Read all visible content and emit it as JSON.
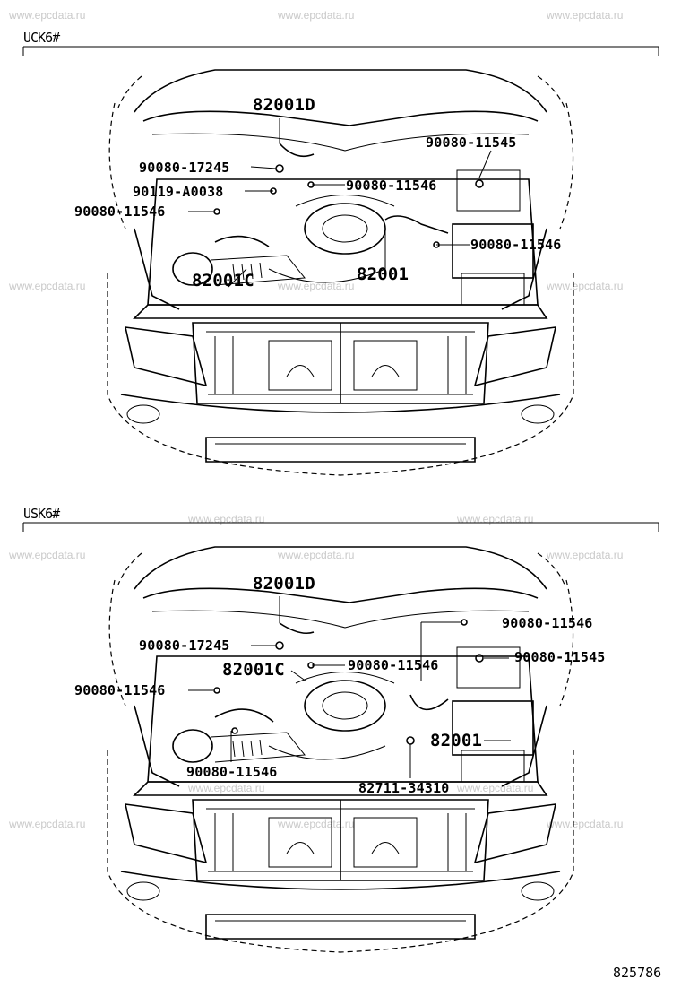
{
  "watermarks": [
    "www.epcdata.ru"
  ],
  "sections": [
    {
      "title": "UCK6#",
      "callouts": {
        "c1": "82001D",
        "c2": "90080-11545",
        "c3": "90080-17245",
        "c4": "90080-11546",
        "c5": "90119-A0038",
        "c6": "90080-11546",
        "c7": "90080-11546",
        "c8": "82001",
        "c9": "82001C"
      }
    },
    {
      "title": "USK6#",
      "callouts": {
        "c1": "82001D",
        "c2": "90080-11546",
        "c3": "90080-17245",
        "c4": "90080-11546",
        "c5": "82001C",
        "c6": "90080-11545",
        "c7": "90080-11546",
        "c8": "82001",
        "c9": "90080-11546",
        "c10": "82711-34310"
      }
    }
  ],
  "figure_number": "825786"
}
